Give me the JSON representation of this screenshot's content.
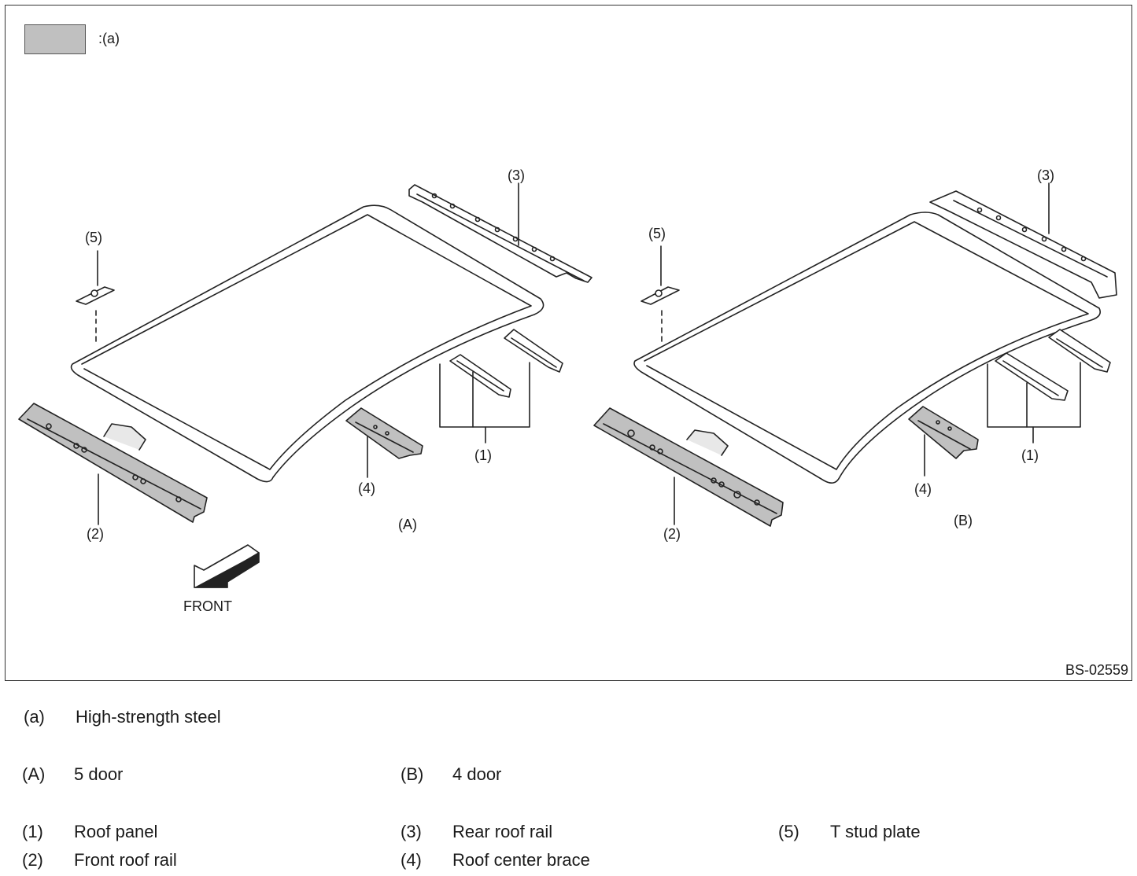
{
  "figure": {
    "legend": {
      "label": ":(a)",
      "swatch_color": "#c0c0c0"
    },
    "figure_id": "BS-02559",
    "front_label": "FRONT",
    "views": [
      {
        "id": "(A)",
        "callouts": [
          "(1)",
          "(2)",
          "(3)",
          "(4)",
          "(5)"
        ]
      },
      {
        "id": "(B)",
        "callouts": [
          "(1)",
          "(2)",
          "(3)",
          "(4)",
          "(5)"
        ]
      }
    ]
  },
  "key": {
    "material": {
      "k": "(a)",
      "v": "High-strength steel"
    },
    "variants": [
      {
        "k": "(A)",
        "v": "5 door"
      },
      {
        "k": "(B)",
        "v": "4 door"
      }
    ],
    "parts": [
      {
        "k": "(1)",
        "v": "Roof panel"
      },
      {
        "k": "(2)",
        "v": "Front roof rail"
      },
      {
        "k": "(3)",
        "v": "Rear roof rail"
      },
      {
        "k": "(4)",
        "v": "Roof center brace"
      },
      {
        "k": "(5)",
        "v": "T stud plate"
      }
    ]
  }
}
